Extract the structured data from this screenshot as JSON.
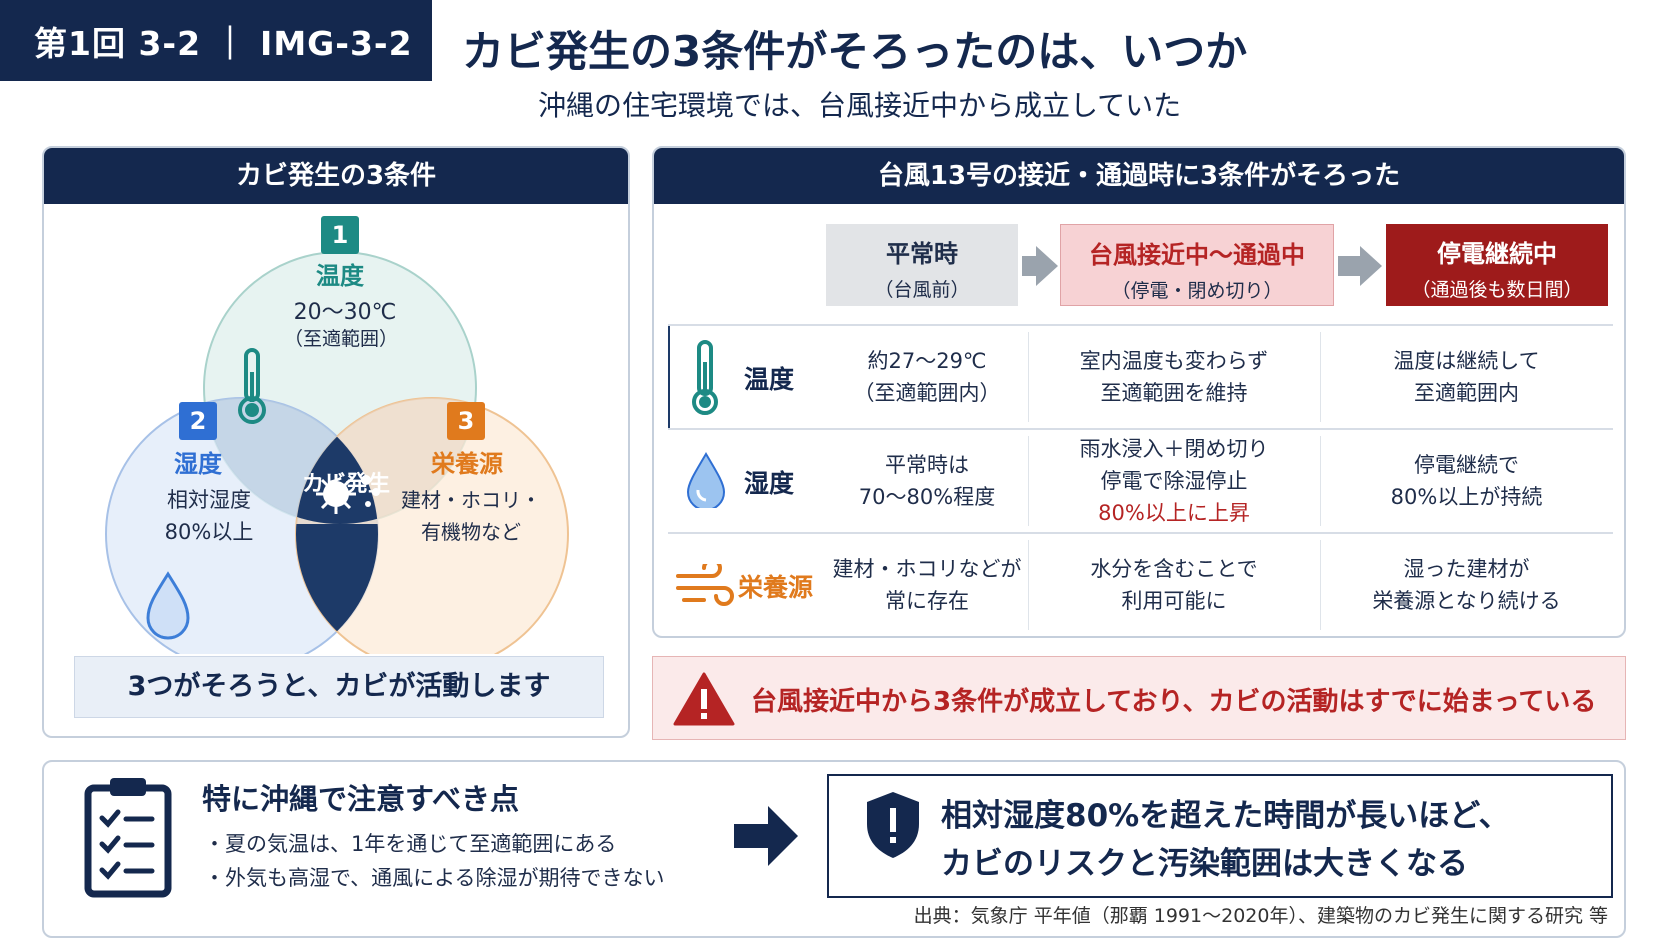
{
  "header": {
    "tag": "第1回 3-2 ｜ IMG-3-2",
    "title": "カビ発生の3条件がそろったのは、いつか",
    "subtitle": "沖縄の住宅環境では、台風接近中から成立していた"
  },
  "left_panel": {
    "title": "カビ発生の3条件",
    "conditions": [
      {
        "num": "1",
        "name": "温度",
        "line1": "20〜30℃",
        "line2": "（至適範囲）",
        "color": "#1d8a84"
      },
      {
        "num": "2",
        "name": "湿度",
        "line1": "相対湿度",
        "line2": "80%以上",
        "color": "#2f6fd3"
      },
      {
        "num": "3",
        "name": "栄養源",
        "line1": "建材・ホコリ・",
        "line2": "有機物など",
        "color": "#e07a1d"
      }
    ],
    "center_label": "カビ発生",
    "summary": "3つがそろうと、カビが活動します"
  },
  "right_panel": {
    "title": "台風13号の接近・通過時に3条件がそろった",
    "phases": [
      {
        "l1": "平常時",
        "l2": "（台風前）"
      },
      {
        "l1": "台風接近中〜通過中",
        "l2": "（停電・閉め切り）"
      },
      {
        "l1": "停電継続中",
        "l2": "（通過後も数日間）"
      }
    ],
    "rows": [
      {
        "label": "温度",
        "cells": [
          [
            "約27〜29℃",
            "（至適範囲内）"
          ],
          [
            "室内温度も変わらず",
            "至適範囲を維持"
          ],
          [
            "温度は継続して",
            "至適範囲内"
          ]
        ]
      },
      {
        "label": "湿度",
        "cells": [
          [
            "平常時は",
            "70〜80%程度"
          ],
          [
            "雨水浸入＋閉め切り",
            "停電で除湿停止",
            "80%以上に上昇"
          ],
          [
            "停電継続で",
            "80%以上が持続"
          ]
        ]
      },
      {
        "label": "栄養源",
        "cells": [
          [
            "建材・ホコリなどが",
            "常に存在"
          ],
          [
            "水分を含むことで",
            "利用可能に"
          ],
          [
            "湿った建材が",
            "栄養源となり続ける"
          ]
        ]
      }
    ]
  },
  "warning": {
    "text": "台風接近中から3条件が成立しており、カビの活動はすでに始まっている"
  },
  "bottom": {
    "title": "特に沖縄で注意すべき点",
    "bullets": [
      "・夏の気温は、1年を通じて至適範囲にある",
      "・外気も高湿で、通風による除湿が期待できない"
    ],
    "conclusion_line1": "相対湿度80%を超えた時間が長いほど、",
    "conclusion_line2": "カビのリスクと汚染範囲は大きくなる",
    "source": "出典：気象庁 平年値（那覇 1991〜2020年）、建築物のカビ発生に関する研究 等"
  },
  "colors": {
    "navy": "#14284e",
    "teal": "#1d8a84",
    "blue": "#2f6fd3",
    "orange": "#e07a1d",
    "red": "#b52424"
  }
}
